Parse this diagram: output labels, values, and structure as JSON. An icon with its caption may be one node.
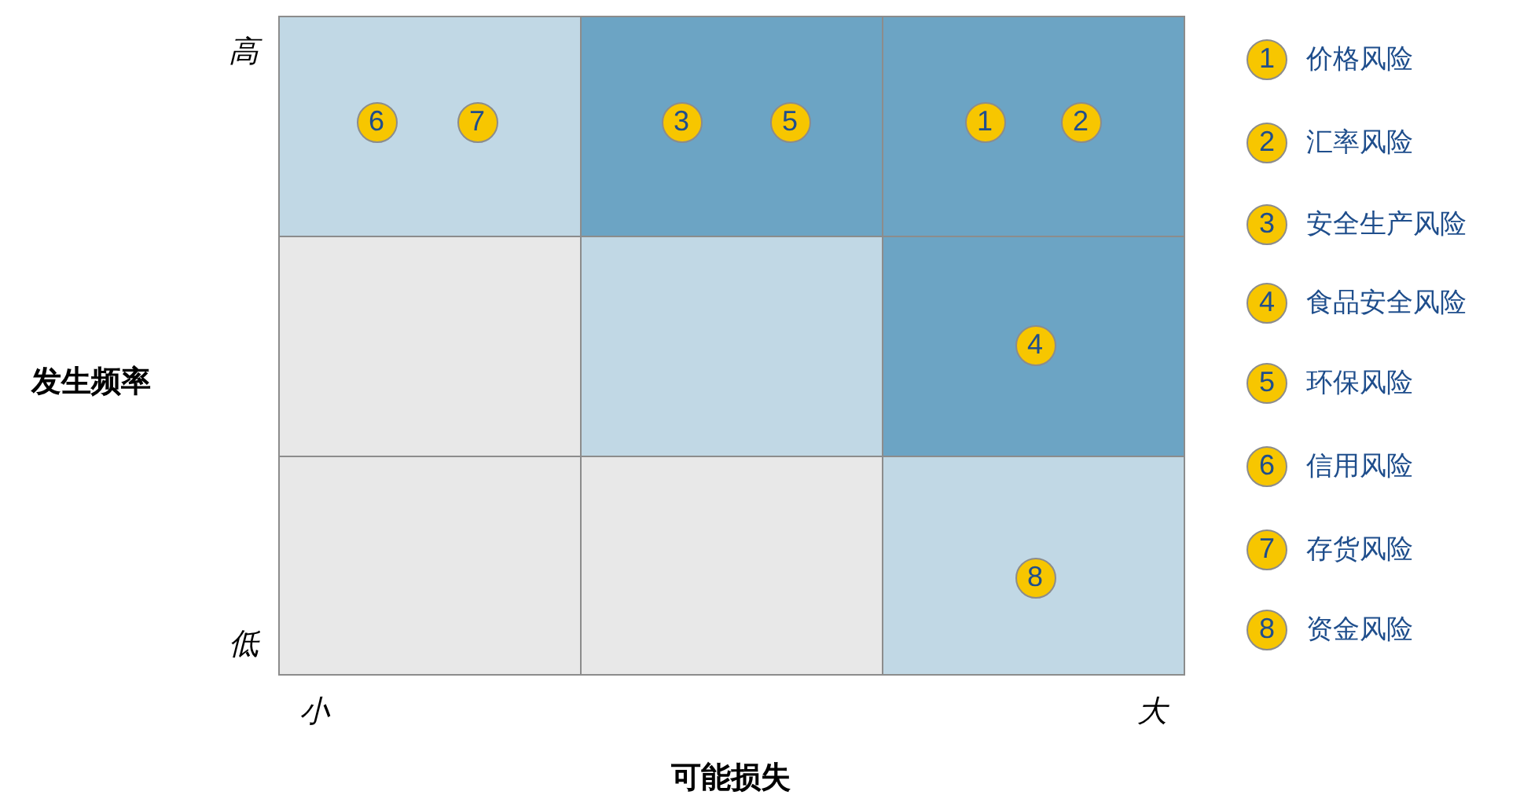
{
  "diagram": {
    "nodes": [
      {
        "text": [],
        "shape": "box"
      },
      {
        "text": [
          "6"
        ],
        "in": 0
      },
      {
        "text": [
          "7"
        ],
        "in": 0
      },
      {
        "text": [],
        "shape": "box"
      },
      {
        "text": [
          "3"
        ],
        "in": 3
      },
      {
        "text": [
          "5"
        ],
        "in": 3
      },
      {
        "text": [],
        "shape": "box"
      },
      {
        "text": [
          "1"
        ],
        "in": 6
      },
      {
        "text": [
          "2"
        ],
        "in": 6
      },
      {
        "text": [],
        "shape": "box"
      },
      {
        "text": [],
        "shape": "box"
      },
      {
        "text": [],
        "shape": "box"
      },
      {
        "text": [
          "4"
        ],
        "in": 11
      },
      {
        "text": [],
        "shape": "box"
      },
      {
        "text": [],
        "shape": "box"
      },
      {
        "text": [],
        "shape": "box"
      },
      {
        "text": [
          "8"
        ],
        "in": 15
      },
      {
        "text": [
          "1"
        ],
        "beside": [
          "价格风险"
        ]
      },
      {
        "text": [
          "2"
        ],
        "beside": [
          "汇率风险"
        ]
      },
      {
        "text": [
          "3"
        ],
        "beside": [
          "安全生产风险"
        ]
      },
      {
        "text": [
          "4"
        ],
        "beside": [
          "食品安全风险"
        ]
      },
      {
        "text": [
          "5"
        ],
        "beside": [
          "环保风险"
        ]
      },
      {
        "text": [
          "6"
        ],
        "beside": [
          "信用风险"
        ]
      },
      {
        "text": [
          "7"
        ],
        "beside": [
          "存货风险"
        ]
      },
      {
        "text": [
          "8"
        ],
        "beside": [
          "资金风险"
        ]
      }
    ],
    "labels": [
      "高",
      "发生频率",
      "低",
      "小",
      "大",
      "可能损失"
    ]
  }
}
